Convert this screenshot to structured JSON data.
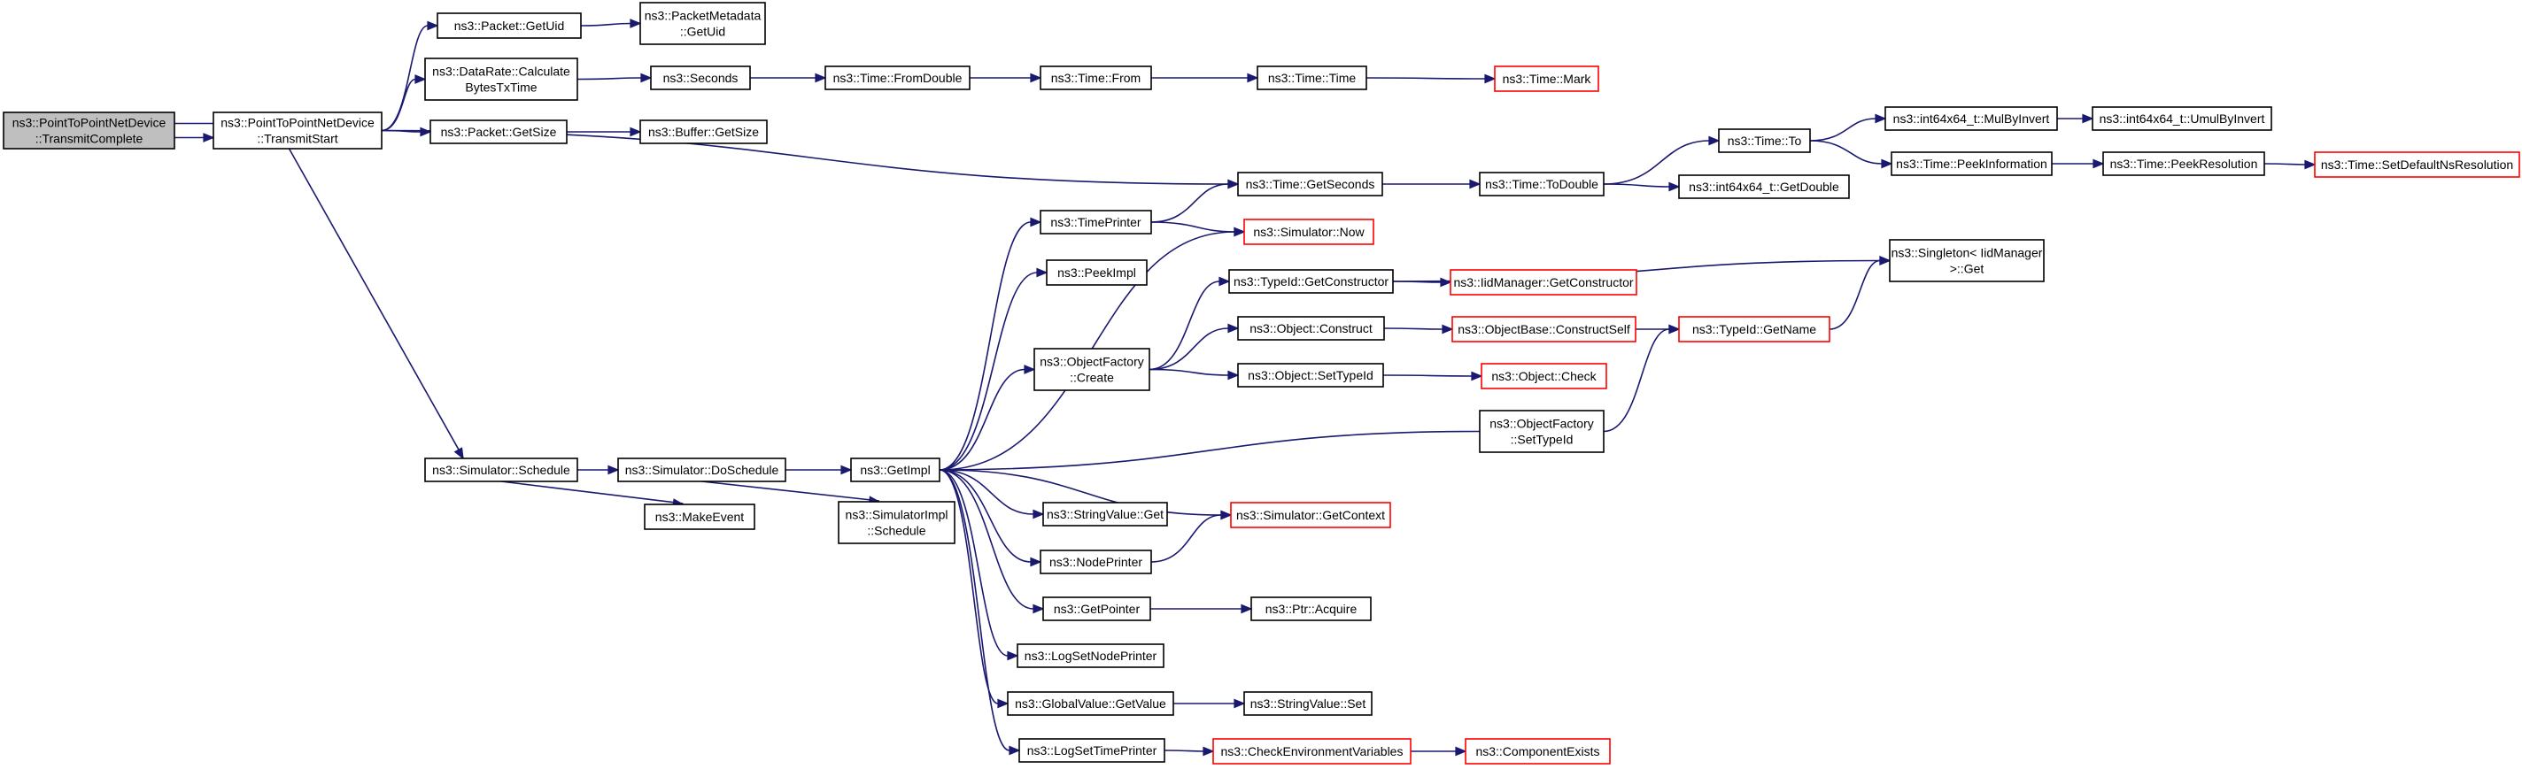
{
  "colors": {
    "edge": "#191970",
    "external_border": "#ff0000",
    "border": "#000000",
    "current_fill": "#bfbfbf"
  },
  "nodes": {
    "n_transmit_complete": {
      "lines": [
        "ns3::PointToPointNetDevice",
        "::TransmitComplete"
      ],
      "style": "current"
    },
    "n_transmit_start": {
      "lines": [
        "ns3::PointToPointNetDevice",
        "::TransmitStart"
      ],
      "style": "normal"
    },
    "n_packet_getuid": {
      "lines": [
        "ns3::Packet::GetUid"
      ],
      "style": "normal"
    },
    "n_packetmetadata_getuid": {
      "lines": [
        "ns3::PacketMetadata",
        "::GetUid"
      ],
      "style": "normal"
    },
    "n_datarate_calc": {
      "lines": [
        "ns3::DataRate::Calculate",
        "BytesTxTime"
      ],
      "style": "normal"
    },
    "n_seconds": {
      "lines": [
        "ns3::Seconds"
      ],
      "style": "normal"
    },
    "n_time_fromdouble": {
      "lines": [
        "ns3::Time::FromDouble"
      ],
      "style": "normal"
    },
    "n_time_from": {
      "lines": [
        "ns3::Time::From"
      ],
      "style": "normal"
    },
    "n_time_time": {
      "lines": [
        "ns3::Time::Time"
      ],
      "style": "normal"
    },
    "n_time_mark": {
      "lines": [
        "ns3::Time::Mark"
      ],
      "style": "red"
    },
    "n_packet_getsize": {
      "lines": [
        "ns3::Packet::GetSize"
      ],
      "style": "normal"
    },
    "n_buffer_getsize": {
      "lines": [
        "ns3::Buffer::GetSize"
      ],
      "style": "normal"
    },
    "n_time_getseconds": {
      "lines": [
        "ns3::Time::GetSeconds"
      ],
      "style": "normal"
    },
    "n_time_todouble": {
      "lines": [
        "ns3::Time::ToDouble"
      ],
      "style": "normal"
    },
    "n_time_to": {
      "lines": [
        "ns3::Time::To"
      ],
      "style": "normal"
    },
    "n_int64_getdouble": {
      "lines": [
        "ns3::int64x64_t::GetDouble"
      ],
      "style": "normal"
    },
    "n_int64_mulbyinvert": {
      "lines": [
        "ns3::int64x64_t::MulByInvert"
      ],
      "style": "normal"
    },
    "n_int64_umulbyinvert": {
      "lines": [
        "ns3::int64x64_t::UmulByInvert"
      ],
      "style": "normal"
    },
    "n_time_peekinformation": {
      "lines": [
        "ns3::Time::PeekInformation"
      ],
      "style": "normal"
    },
    "n_time_peekresolution": {
      "lines": [
        "ns3::Time::PeekResolution"
      ],
      "style": "normal"
    },
    "n_time_setdefaultnsresolution": {
      "lines": [
        "ns3::Time::SetDefaultNsResolution"
      ],
      "style": "red"
    },
    "n_timeprinter": {
      "lines": [
        "ns3::TimePrinter"
      ],
      "style": "normal"
    },
    "n_simulator_now": {
      "lines": [
        "ns3::Simulator::Now"
      ],
      "style": "red"
    },
    "n_peekimpl": {
      "lines": [
        "ns3::PeekImpl"
      ],
      "style": "normal"
    },
    "n_singleton_get": {
      "lines": [
        "ns3::Singleton< IidManager",
        ">::Get"
      ],
      "style": "normal"
    },
    "n_typeid_getconstructor": {
      "lines": [
        "ns3::TypeId::GetConstructor"
      ],
      "style": "normal"
    },
    "n_iidmanager_getconstructor": {
      "lines": [
        "ns3::IidManager::GetConstructor"
      ],
      "style": "red"
    },
    "n_objectfactory_create": {
      "lines": [
        "ns3::ObjectFactory",
        "::Create"
      ],
      "style": "normal"
    },
    "n_object_construct": {
      "lines": [
        "ns3::Object::Construct"
      ],
      "style": "normal"
    },
    "n_objectbase_constructself": {
      "lines": [
        "ns3::ObjectBase::ConstructSelf"
      ],
      "style": "red"
    },
    "n_typeid_getname": {
      "lines": [
        "ns3::TypeId::GetName"
      ],
      "style": "red"
    },
    "n_object_settypeid": {
      "lines": [
        "ns3::Object::SetTypeId"
      ],
      "style": "normal"
    },
    "n_object_check": {
      "lines": [
        "ns3::Object::Check"
      ],
      "style": "red"
    },
    "n_objectfactory_settypeid": {
      "lines": [
        "ns3::ObjectFactory",
        "::SetTypeId"
      ],
      "style": "normal"
    },
    "n_simulator_schedule": {
      "lines": [
        "ns3::Simulator::Schedule"
      ],
      "style": "normal"
    },
    "n_simulator_doschedule": {
      "lines": [
        "ns3::Simulator::DoSchedule"
      ],
      "style": "normal"
    },
    "n_getimpl": {
      "lines": [
        "ns3::GetImpl"
      ],
      "style": "normal"
    },
    "n_makeevent": {
      "lines": [
        "ns3::MakeEvent"
      ],
      "style": "normal"
    },
    "n_simulatorimpl_schedule": {
      "lines": [
        "ns3::SimulatorImpl",
        "::Schedule"
      ],
      "style": "normal"
    },
    "n_stringvalue_get": {
      "lines": [
        "ns3::StringValue::Get"
      ],
      "style": "normal"
    },
    "n_simulator_getcontext": {
      "lines": [
        "ns3::Simulator::GetContext"
      ],
      "style": "red"
    },
    "n_nodeprinter": {
      "lines": [
        "ns3::NodePrinter"
      ],
      "style": "normal"
    },
    "n_getpointer": {
      "lines": [
        "ns3::GetPointer"
      ],
      "style": "normal"
    },
    "n_ptr_acquire": {
      "lines": [
        "ns3::Ptr::Acquire"
      ],
      "style": "normal"
    },
    "n_logsetnodeprinter": {
      "lines": [
        "ns3::LogSetNodePrinter"
      ],
      "style": "normal"
    },
    "n_globalvalue_getvalue": {
      "lines": [
        "ns3::GlobalValue::GetValue"
      ],
      "style": "normal"
    },
    "n_stringvalue_set": {
      "lines": [
        "ns3::StringValue::Set"
      ],
      "style": "normal"
    },
    "n_logsettimeprinter": {
      "lines": [
        "ns3::LogSetTimePrinter"
      ],
      "style": "normal"
    },
    "n_checkenvvars": {
      "lines": [
        "ns3::CheckEnvironmentVariables"
      ],
      "style": "red"
    },
    "n_componentexists": {
      "lines": [
        "ns3::ComponentExists"
      ],
      "style": "red"
    }
  }
}
